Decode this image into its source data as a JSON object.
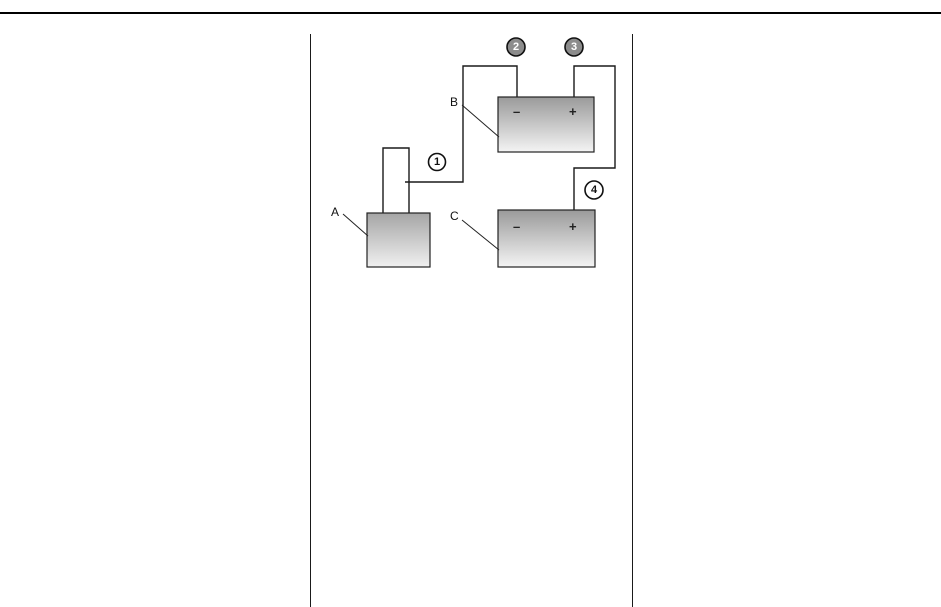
{
  "diagram": {
    "components": {
      "a": {
        "label": "A"
      },
      "b": {
        "label": "B",
        "negative": "–",
        "positive": "+"
      },
      "c": {
        "label": "C",
        "negative": "–",
        "positive": "+"
      }
    },
    "cables": [
      {
        "number": "1"
      },
      {
        "number": "2"
      },
      {
        "number": "3"
      },
      {
        "number": "4"
      }
    ],
    "colors": {
      "battery_fill_top": "#9a9a9a",
      "battery_fill_bottom": "#f2f2f2",
      "wire": "#1a1a1a",
      "number_badge_2": "#555555",
      "number_badge_3": "#555555"
    }
  }
}
